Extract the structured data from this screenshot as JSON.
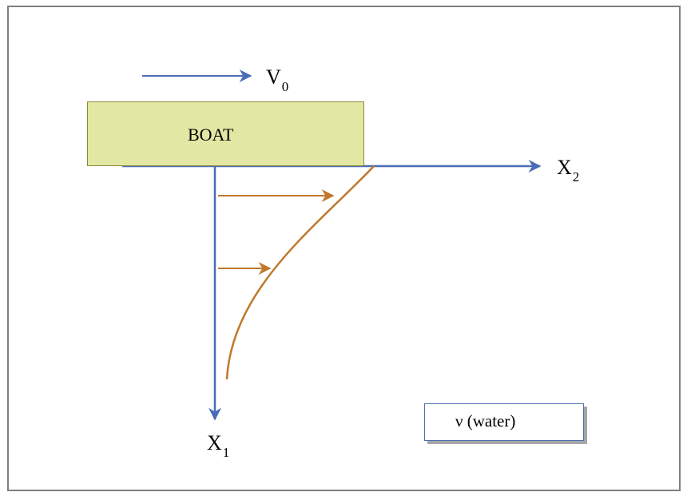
{
  "labels": {
    "velocity_symbol": "V",
    "velocity_subscript": "0",
    "boat": "BOAT",
    "x2_symbol": "X",
    "x2_subscript": "2",
    "x1_symbol": "X",
    "x1_subscript": "1",
    "legend": "ν (water)"
  },
  "colors": {
    "axis": "#4a6db5",
    "profile": "#c0782c",
    "boat_fill": "#e3e7a4",
    "frame": "#7f7f7f"
  }
}
